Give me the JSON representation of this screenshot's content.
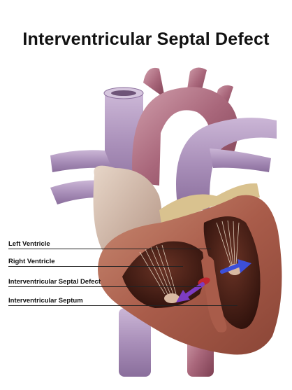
{
  "title": "Interventricular Septal Defect",
  "labels": {
    "left_ventricle": "Left Ventricle",
    "right_ventricle": "Right Ventricle",
    "septal_defect": "Interventricular Septal Defect",
    "septum": "Interventricular Septum"
  },
  "colors": {
    "vessel_pink": "#b0788a",
    "vessel_lavender": "#a78fb5",
    "myocardium": "#b06552",
    "chamber": "#3a1812",
    "fat": "#d9c28f",
    "arrow_blue": "#3c4fd8",
    "arrow_purple": "#7c3cc2",
    "defect_red": "#c0262f"
  }
}
